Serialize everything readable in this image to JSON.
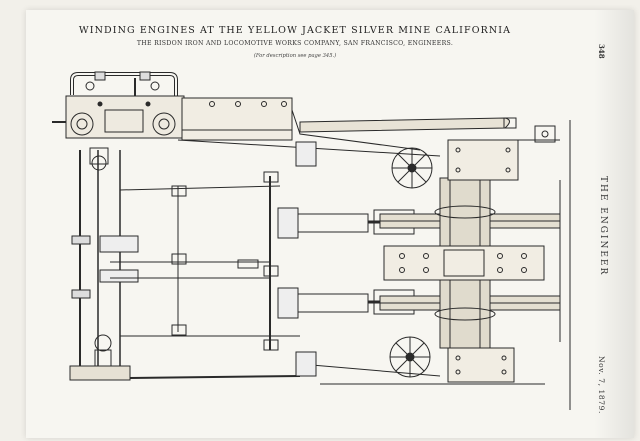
{
  "header": {
    "title": "WINDING ENGINES AT THE YELLOW JACKET SILVER MINE CALIFORNIA",
    "subtitle": "THE RISDON IRON AND LOCOMOTIVE WORKS COMPANY, SAN FRANCISCO, ENGINEERS.",
    "note": "(For description see page 345.)"
  },
  "margin": {
    "page_number": "348",
    "journal": "THE ENGINEER",
    "date": "Nov. 7, 1879."
  },
  "colors": {
    "paper": "#f7f6f1",
    "ink": "#2a2a2a"
  }
}
